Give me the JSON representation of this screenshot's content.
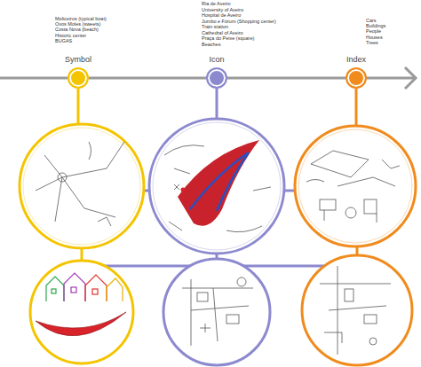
{
  "diagram": {
    "nodes": [
      {
        "text": [
          "Symbol"
        ]
      },
      {
        "text": [
          "Icon"
        ]
      },
      {
        "text": [
          "Index"
        ]
      }
    ],
    "edges": [
      {
        "from": 0,
        "to": 1,
        "arrow": "none"
      },
      {
        "from": 1,
        "to": 2,
        "arrow": "none"
      }
    ],
    "labels": [
      "Moliceiros (typical boat)",
      "Ovos Moles (sweets)",
      "Costa Nova (beach)",
      "Historic center",
      "BUGAS",
      "Ria de Aveiro",
      "University of Aveiro",
      "Hospital de Aveiro",
      "Jumbo e Fórum (Shopping center)",
      "Train station",
      "Cathedral of Aveiro",
      "Praça do Peixe (square)",
      "Beaches",
      "Cars",
      "Buildings",
      "People",
      "Houses",
      "Trees"
    ]
  }
}
